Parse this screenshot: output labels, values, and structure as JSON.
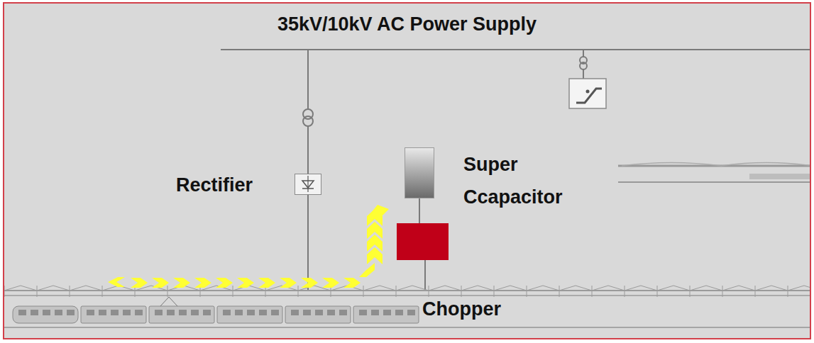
{
  "diagram": {
    "title": "35kV/10kV AC Power Supply",
    "nodes": [
      {
        "text": [
          "Rectifier"
        ]
      },
      {
        "text": [
          "Super Ccapacitor"
        ]
      },
      {
        "text": [
          "Chopper"
        ]
      }
    ],
    "edges": [
      {
        "from": 2,
        "to": 1,
        "arrow": "none"
      }
    ]
  }
}
